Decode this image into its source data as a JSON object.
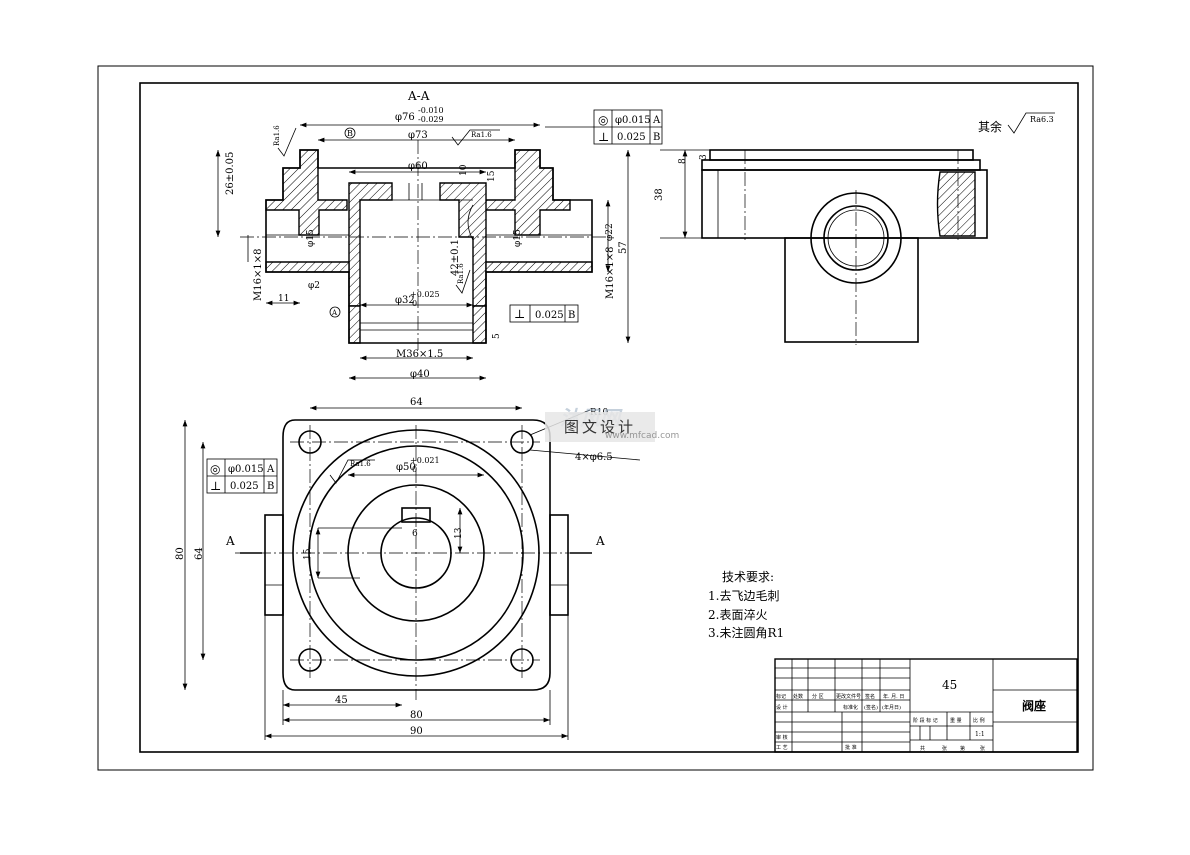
{
  "section_title": "A-A",
  "dims_section": {
    "d76": "φ76",
    "d76_tol_upper": "-0.010",
    "d76_tol_lower": "-0.029",
    "d73": "φ73",
    "d60": "φ60",
    "d15_left": "φ15",
    "d15_right": "φ15",
    "d22": "φ22",
    "d2": "φ2",
    "d32": "φ32",
    "d32_tol": "+0.025",
    "d32_tol_lower": "0",
    "d40": "φ40",
    "m36": "M36×1.5",
    "m16_left": "M16×1×8",
    "m16_right": "M16×1×8",
    "h26": "26±0.05",
    "h42": "42±0.1",
    "h57": "57",
    "h15": "15",
    "h10": "10",
    "h5": "5",
    "w11": "11",
    "datum_b": "B",
    "datum_a": "A"
  },
  "roughness": {
    "r1": "Ra1.6",
    "r2": "Ra1.6",
    "r3": "Ra1.6",
    "r4": "Ra1.6",
    "other_label": "其余",
    "other_value": "Ra6.3"
  },
  "tolerance_frames": [
    {
      "sym": "◎",
      "val": "φ0.015",
      "ref": "A"
    },
    {
      "sym": "⊥",
      "val": "0.025",
      "ref": "B"
    },
    {
      "sym": "⊥",
      "val": "0.025",
      "ref": "B"
    }
  ],
  "tolerance_frames_plan": [
    {
      "sym": "◎",
      "val": "φ0.015",
      "ref": "A"
    },
    {
      "sym": "⊥",
      "val": "0.025",
      "ref": "B"
    }
  ],
  "side_view": {
    "h8": "8",
    "h3": "3",
    "h38": "38"
  },
  "plan_view": {
    "w64": "64",
    "w45": "45",
    "w80": "80",
    "w90": "90",
    "h80": "80",
    "h64": "64",
    "h15": "15",
    "h13": "13",
    "w6": "6",
    "r10": "R10",
    "holes": "4×φ6.5",
    "d50": "φ50",
    "d50_tol": "+0.021",
    "d50_tol_lower": "0",
    "section_mark_left": "A",
    "section_mark_right": "A",
    "roughness": "Ra1.6"
  },
  "notes": {
    "heading": "技术要求:",
    "items": [
      "1.去飞边毛刺",
      "2.表面淬火",
      "3.未注圆角R1"
    ]
  },
  "title_block": {
    "material": "45",
    "part_name": "阀座",
    "r1_labels": [
      "标记",
      "处数",
      "分 区",
      "更改文件号",
      "签名",
      "年. 月. 日"
    ],
    "r2_labels": [
      "设 计",
      "",
      "",
      "标准化",
      "(签名)",
      "(年月日)"
    ],
    "r3_labels": [
      "审 核"
    ],
    "r4_labels": [
      "工 艺",
      "",
      "",
      "批 准"
    ],
    "stage_labels": [
      "阶 段 标 记",
      "重 量",
      "比 例"
    ],
    "sheet_labels": [
      "共",
      "张",
      "第",
      "张"
    ],
    "scale": "1:1"
  },
  "watermark": {
    "brand": "沐风网",
    "text": "图文设计",
    "domain": "www.mfcad.com"
  }
}
